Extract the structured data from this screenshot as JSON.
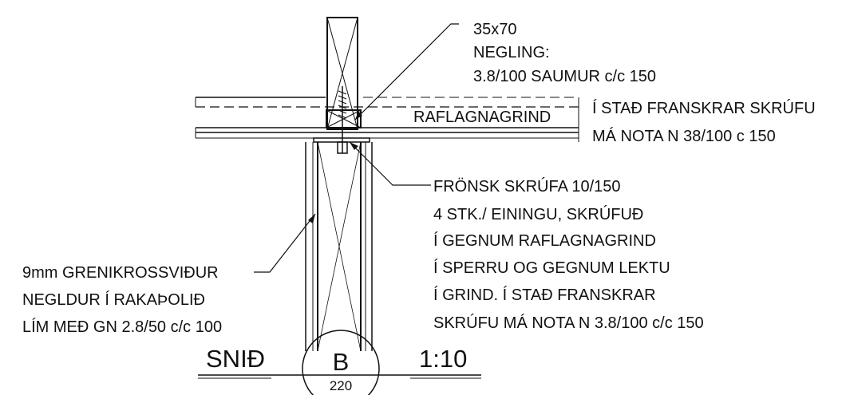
{
  "labels": {
    "timber_size": "35x70",
    "nailing_title": "NEGLING:",
    "nailing_spec": "3.8/100 SAUMUR c/c 150",
    "service_frame": "RAFLAGNAGRIND",
    "alt_note_line1": "Í STAÐ FRANSKRAR SKRÚFU",
    "alt_note_line2": "MÁ NOTA N 38/100 c 150",
    "screw_lines": [
      "FRÖNSK SKRÚFA 10/150",
      "4 STK./ EININGU, SKRÚFUÐ",
      "Í GEGNUM RAFLAGNAGRIND",
      "Í SPERRU OG GEGNUM LEKTU",
      "Í GRIND.  Í STAÐ FRANSKRAR",
      "SKRÚFU MÁ NOTA N 3.8/100 c/c 150"
    ],
    "plywood_lines": [
      "9mm GRENIKROSSVIÐUR",
      "NEGLDUR Í RAKAÞOLIÐ",
      "LÍM MEÐ GN 2.8/50 c/c 100"
    ]
  },
  "title_block": {
    "section_word": "SNIÐ",
    "detail_letter": "B",
    "sheet_number": "220",
    "scale": "1:10"
  }
}
